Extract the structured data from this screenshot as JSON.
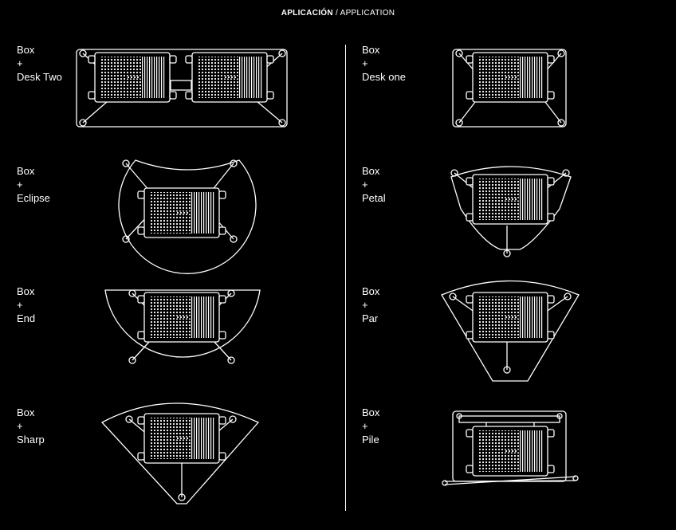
{
  "header": {
    "title_bold": "APLICACIÓN",
    "title_sep": " / ",
    "title_rest": "APPLICATION"
  },
  "items": [
    {
      "line1": "Box",
      "line2": "+",
      "line3": "Desk Two"
    },
    {
      "line1": "Box",
      "line2": "+",
      "line3": "Desk one"
    },
    {
      "line1": "Box",
      "line2": "+",
      "line3": "Eclipse"
    },
    {
      "line1": "Box",
      "line2": "+",
      "line3": "Petal"
    },
    {
      "line1": "Box",
      "line2": "+",
      "line3": "End"
    },
    {
      "line1": "Box",
      "line2": "+",
      "line3": "Par"
    },
    {
      "line1": "Box",
      "line2": "+",
      "line3": "Sharp"
    },
    {
      "line1": "Box",
      "line2": "+",
      "line3": "Pile"
    }
  ]
}
